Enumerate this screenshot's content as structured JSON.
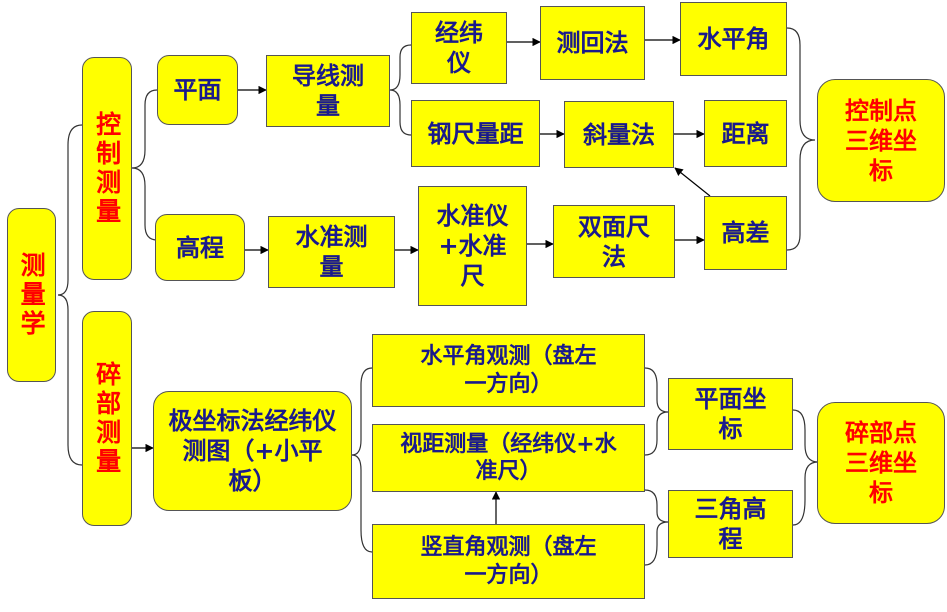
{
  "root": "测量学",
  "branches": {
    "control": "控制测量",
    "detail": "碎部测量"
  },
  "control": {
    "plane": "平面",
    "elevation": "高程",
    "traverse": "导线测量",
    "leveling": "水准测量",
    "theodolite": "经纬仪",
    "steel_tape": "钢尺量距",
    "level_staff": "水准仪+水准尺",
    "repetition": "测回法",
    "slope_method": "斜量法",
    "double_face": "双面尺法",
    "horizontal_angle": "水平角",
    "distance": "距离",
    "height_diff": "高差",
    "result": "控制点三维坐标"
  },
  "detail": {
    "polar_method": "极坐标法经纬仪测图（+小平板）",
    "h_angle_obs": "水平角观测（盘左一方向）",
    "stadia": "视距测量（经纬仪+水准尺）",
    "v_angle_obs": "竖直角观测（盘左一方向）",
    "plane_coord": "平面坐标",
    "trig_height": "三角高程",
    "result": "碎部点三维坐标"
  },
  "colors": {
    "box_fill": "#ffff00",
    "box_text": "#1a1a8c",
    "highlight_text": "#ff0000"
  }
}
